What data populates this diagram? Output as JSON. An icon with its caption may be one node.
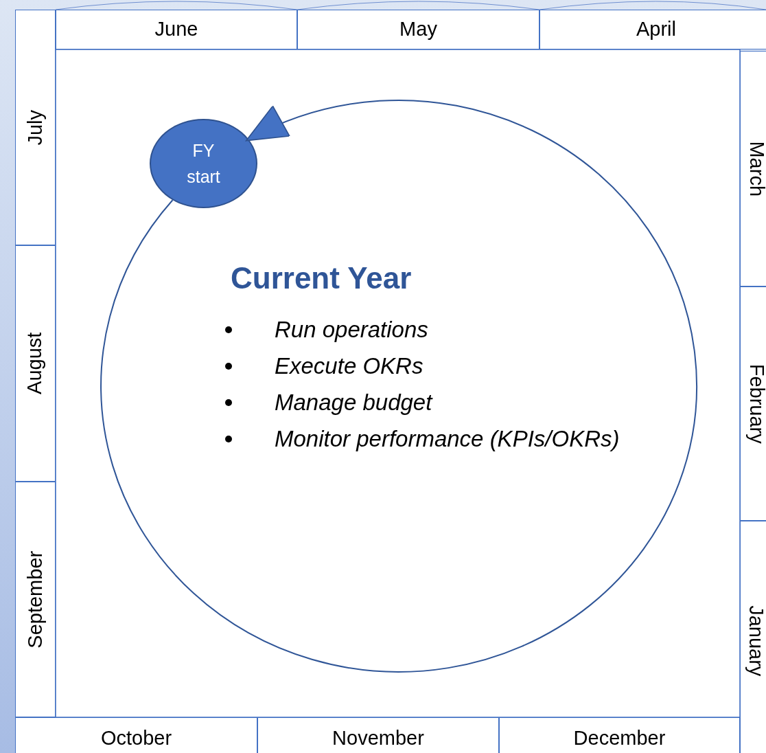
{
  "diagram": {
    "nodes": [
      {
        "text": [
          "June"
        ]
      },
      {
        "text": [
          "May"
        ]
      },
      {
        "text": [
          "April"
        ]
      },
      {
        "text": [
          "July"
        ]
      },
      {
        "text": [
          "August"
        ]
      },
      {
        "text": [
          "September"
        ]
      },
      {
        "text": [
          "March"
        ]
      },
      {
        "text": [
          "February"
        ]
      },
      {
        "text": [
          "January"
        ]
      },
      {
        "text": [
          "October"
        ]
      },
      {
        "text": [
          "November"
        ]
      },
      {
        "text": [
          "December"
        ]
      },
      {
        "text": [
          "FY start"
        ]
      }
    ],
    "edges": [
      {
        "from": 12,
        "to": 12,
        "arrow": "to"
      }
    ],
    "labels": [
      "Current Year",
      "Run operations",
      "Execute OKRs",
      "Manage budget",
      "Monitor performance (KPIs/OKRs)"
    ]
  }
}
